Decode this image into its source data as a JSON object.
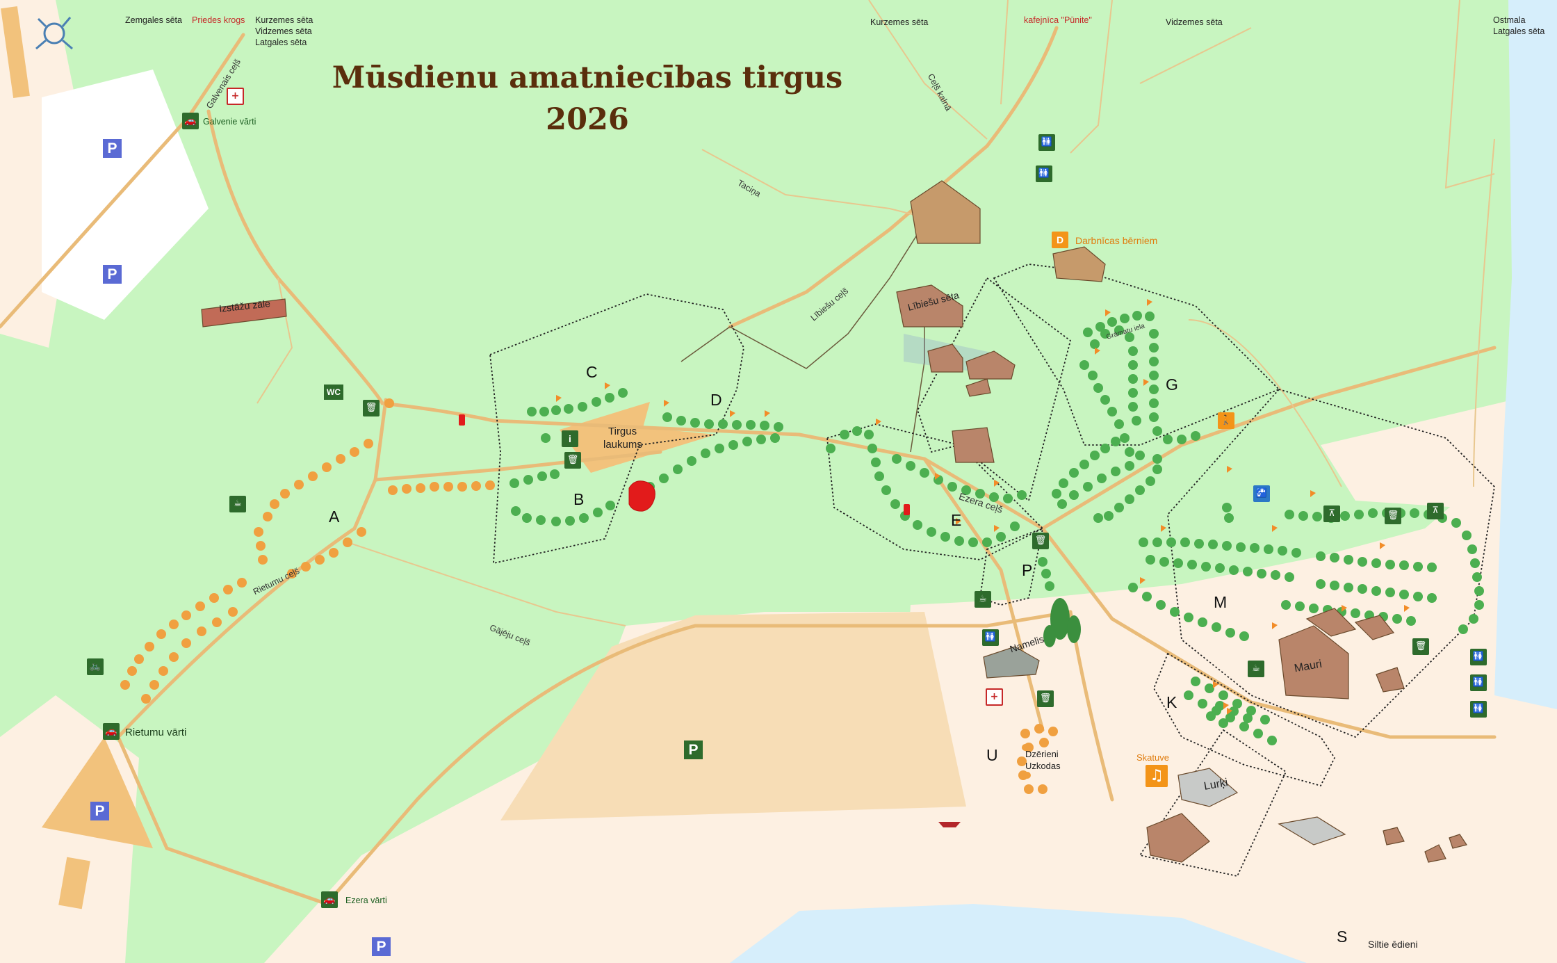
{
  "map": {
    "title_line1": "Mūsdienu amatniecības tirgus",
    "title_line2": "2026",
    "top_labels": {
      "zemgales_seta": "Zemgales sēta",
      "priedes_krogs": "Priedes krogs",
      "kurzemes_group_1": "Kurzemes sēta",
      "kurzemes_group_2": "Vidzemes sēta",
      "kurzemes_group_3": "Latgales sēta",
      "kurzemes_seta_2": "Kurzemes sēta",
      "kafejnica": "kafejnīca \"Pūnite\"",
      "vidzemes_seta": "Vidzemes sēta",
      "ostmala": "Ostmala",
      "latgales_seta_2": "Latgales sēta"
    },
    "roads": {
      "galvenais_cels": "Galvenais ceļš",
      "cels_kalna": "Ceļš kalnā",
      "tacina": "Taciņa",
      "libiesu_cels": "Lībiešu ceļš",
      "gramatu_iela": "Grāmatu iela",
      "ezera_cels": "Ezera ceļš",
      "rietumu_cels": "Rietumu ceļš",
      "gajeju_cels": "Gājēju ceļš"
    },
    "gates": {
      "galvenie_varti": "Galvenie vārti",
      "rietumu_varti": "Rietumu vārti",
      "ezera_varti": "Ezera vārti"
    },
    "places": {
      "izstazu_zale": "Izstāžu zāle",
      "tirgus_laukums_1": "Tirgus",
      "tirgus_laukums_2": "laukums",
      "libiesu_seta": "Lībiešu sēta",
      "darbnicas": "Darbnīcas bērniem",
      "namelis": "Namelis",
      "mauri": "Mauri",
      "lurki": "Lurķi",
      "skatuve": "Skatuve",
      "dzerieni": "Dzērieni",
      "uzkodas": "Uzkodas",
      "siltie_edieni": "Siltie ēdieni",
      "wc": "WC"
    },
    "zones": [
      "A",
      "B",
      "C",
      "D",
      "E",
      "G",
      "P",
      "M",
      "K",
      "U",
      "S"
    ],
    "icons": {
      "parking": "P",
      "info": "i",
      "workshop_letter": "D",
      "first_aid": "+",
      "car": "car-icon",
      "bike": "bike-icon",
      "toilet": "toilet-icon",
      "trash": "trash-icon",
      "picnic": "picnic-icon",
      "coffee": "coffee-icon",
      "music": "♫",
      "hiking": "hiking-icon",
      "hydrant": "hydrant-icon",
      "drinking_water": "water-icon"
    },
    "colors": {
      "grass": "#c8f5c0",
      "sand": "#fdf0e2",
      "lot": "#f7ddb6",
      "water": "#d6eefb",
      "road": "#e9bb78",
      "stall": "#4caf50",
      "stall_orange": "#f0a040",
      "title": "#5a2e0c",
      "parking": "#5a6ad4",
      "marker": "#e21b1b"
    }
  }
}
